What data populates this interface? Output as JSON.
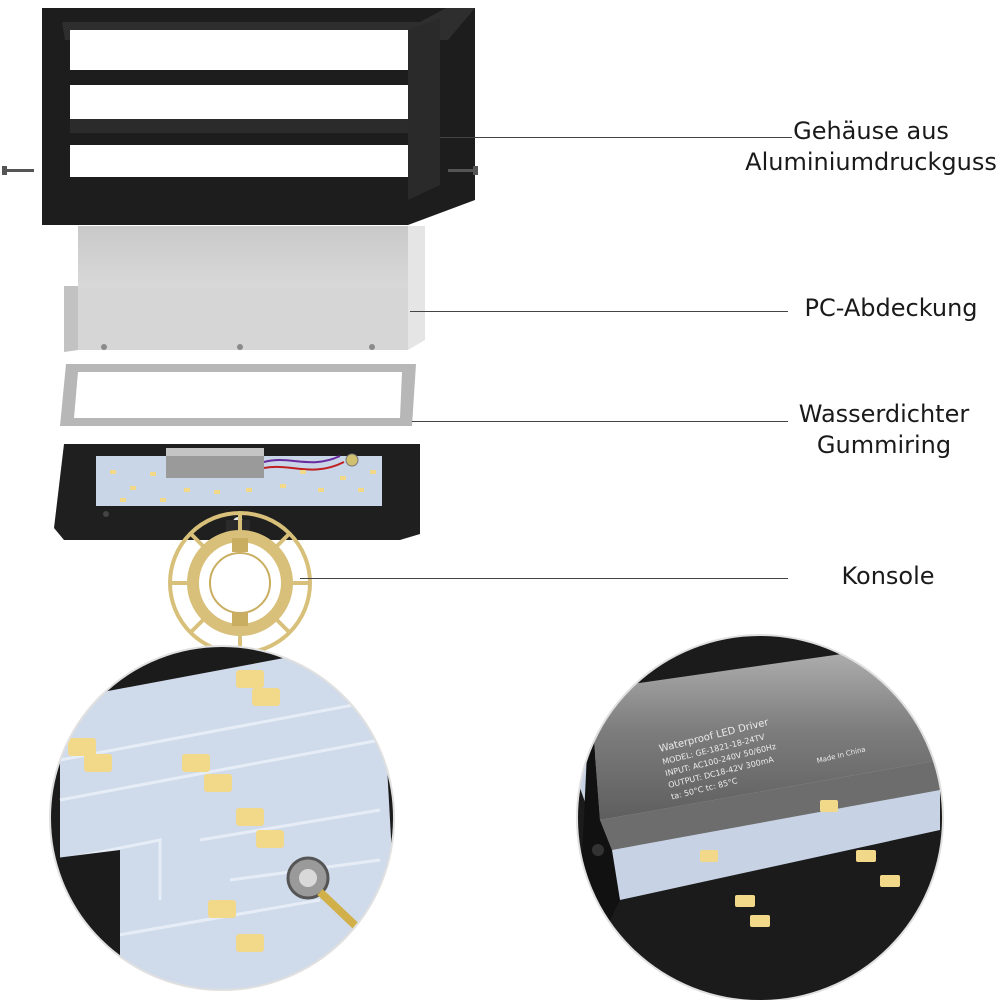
{
  "labels": {
    "housing": [
      "Gehäuse aus",
      "Aluminiumdruckguss"
    ],
    "cover": [
      "PC-Abdeckung"
    ],
    "gasket": [
      "Wasserdichter",
      "Gummiring"
    ],
    "bracket": [
      "Konsole"
    ]
  },
  "driver_print": {
    "title": "Waterproof LED Driver",
    "model": "MODEL: GE-1821-18-24TV",
    "input": "INPUT: AC100-240V 50/60Hz",
    "output": "OUTPUT: DC18-42V 300mA",
    "temp": "ta: 50°C  tc: 85°C",
    "made": "Made In China"
  },
  "colors": {
    "frame": "#1d1d1d",
    "cover": "#dcdcdc",
    "pcb": "#c9d6e8",
    "led": "#f2d98a",
    "bracket": "#d8c07a",
    "driver": "#8f8f8f"
  }
}
